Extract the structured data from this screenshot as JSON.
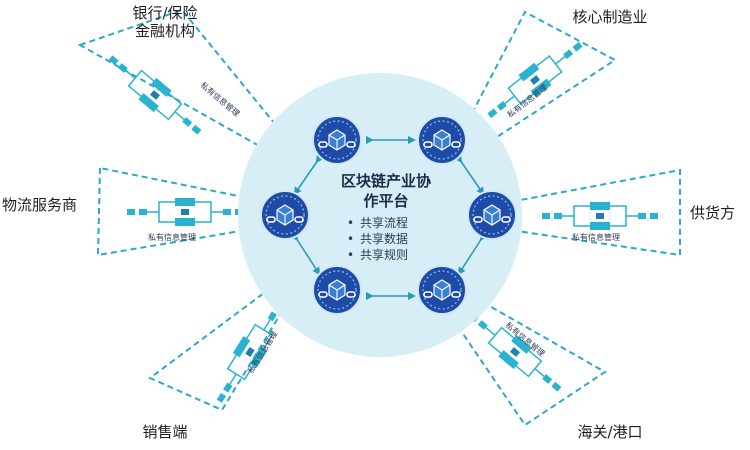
{
  "center": {
    "title_line1": "区块链产业协",
    "title_line2": "作平台",
    "bullets": [
      "共享流程",
      "共享数据",
      "共享规则"
    ]
  },
  "participants": {
    "bank": "银行/保险",
    "bank_line2": "金融机构",
    "manufacturing": "核心制造业",
    "logistics": "物流服务商",
    "supplier": "供货方",
    "sales": "销售端",
    "customs": "海关/港口"
  },
  "private_label": "私有信息管理",
  "colors": {
    "circle": "#d7eef6",
    "node": "#1e4aa8",
    "dashed": "#2aa9c9",
    "chain": "#29b3d0",
    "arrow": "#2a9bb7"
  }
}
